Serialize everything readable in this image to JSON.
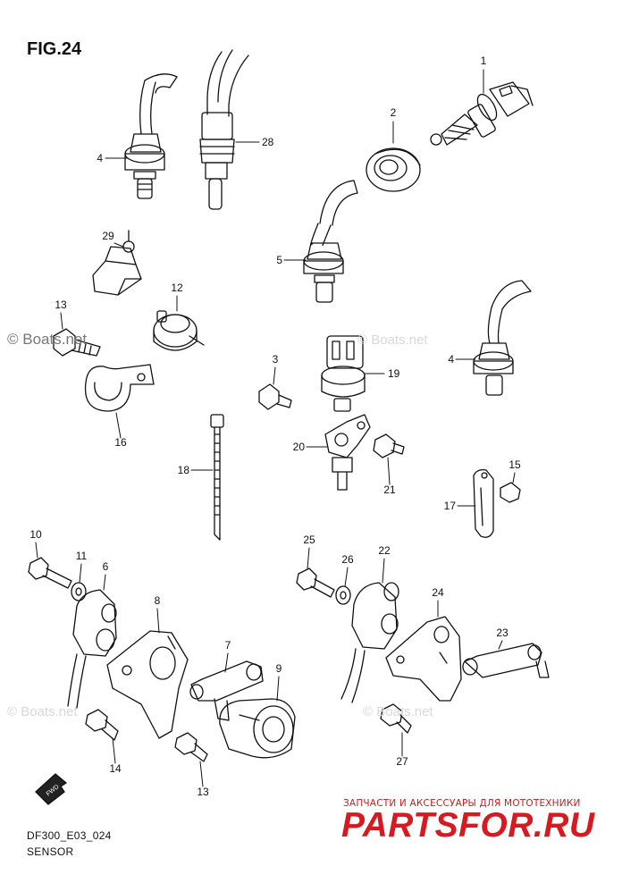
{
  "figure": {
    "title": "FIG.24",
    "model_code": "DF300_E03_024",
    "section_name": "SENSOR"
  },
  "watermark": {
    "main": "© Boats.net",
    "faint": "© Boats.net"
  },
  "fwd_arrow_label": "FWD",
  "shop": {
    "tagline": "ЗАПЧАСТИ И АКСЕССУАРЫ ДЛЯ МОТОТЕХНИКИ",
    "logo": "PARTSFOR.RU"
  },
  "callouts": [
    {
      "id": "c1",
      "num": "1"
    },
    {
      "id": "c2",
      "num": "2"
    },
    {
      "id": "c28",
      "num": "28"
    },
    {
      "id": "c4a",
      "num": "4"
    },
    {
      "id": "c29",
      "num": "29"
    },
    {
      "id": "c5",
      "num": "5"
    },
    {
      "id": "c12",
      "num": "12"
    },
    {
      "id": "c13a",
      "num": "13"
    },
    {
      "id": "c3",
      "num": "3"
    },
    {
      "id": "c19",
      "num": "19"
    },
    {
      "id": "c4b",
      "num": "4"
    },
    {
      "id": "c16",
      "num": "16"
    },
    {
      "id": "c20",
      "num": "20"
    },
    {
      "id": "c18",
      "num": "18"
    },
    {
      "id": "c21",
      "num": "21"
    },
    {
      "id": "c15",
      "num": "15"
    },
    {
      "id": "c17",
      "num": "17"
    },
    {
      "id": "c10",
      "num": "10"
    },
    {
      "id": "c11",
      "num": "11"
    },
    {
      "id": "c6",
      "num": "6"
    },
    {
      "id": "c25",
      "num": "25"
    },
    {
      "id": "c26",
      "num": "26"
    },
    {
      "id": "c22",
      "num": "22"
    },
    {
      "id": "c8",
      "num": "8"
    },
    {
      "id": "c24",
      "num": "24"
    },
    {
      "id": "c7",
      "num": "7"
    },
    {
      "id": "c23",
      "num": "23"
    },
    {
      "id": "c9",
      "num": "9"
    },
    {
      "id": "c14",
      "num": "14"
    },
    {
      "id": "c13b",
      "num": "13"
    },
    {
      "id": "c27",
      "num": "27"
    }
  ]
}
